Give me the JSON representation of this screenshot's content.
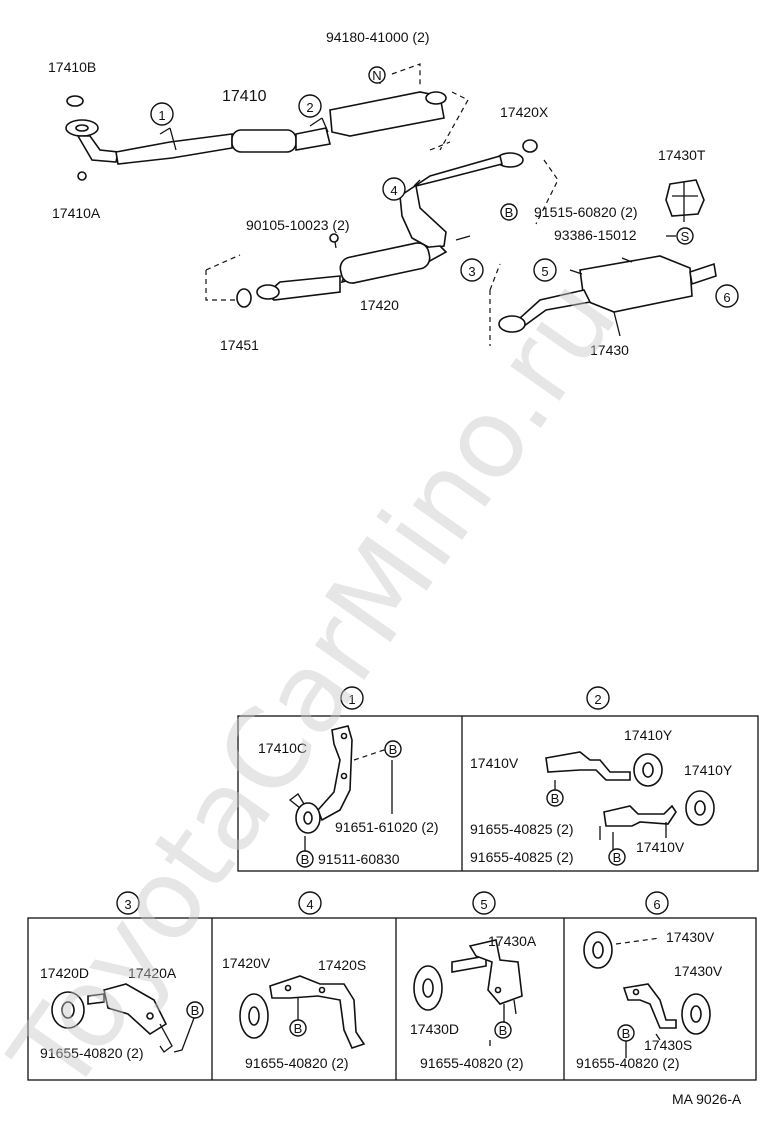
{
  "top_labels": {
    "p94180": "94180-41000 (2)",
    "p17410B": "17410B",
    "p17410": "17410",
    "p17410A": "17410A",
    "p17420X": "17420X",
    "p17430T": "17430T",
    "p91515": "91515-60820 (2)",
    "p93386": "93386-15012",
    "p90105": "90105-10023 (2)",
    "p17451": "17451",
    "p17420": "17420",
    "p17430": "17430"
  },
  "markers": {
    "n": "N",
    "b": "B",
    "s": "S",
    "c1": "1",
    "c2": "2",
    "c3": "3",
    "c4": "4",
    "c5": "5",
    "c6": "6"
  },
  "box1": {
    "num": "1",
    "p17410C": "17410C",
    "p91651": "91651-61020 (2)",
    "p91511": "91511-60830"
  },
  "box2": {
    "num": "2",
    "p17410Y_a": "17410Y",
    "p17410Y_b": "17410Y",
    "p17410V_a": "17410V",
    "p17410V_b": "17410V",
    "p91655_a": "91655-40825 (2)",
    "p91655_b": "91655-40825 (2)"
  },
  "box3": {
    "num": "3",
    "p17420D": "17420D",
    "p17420A": "17420A",
    "p91655": "91655-40820 (2)"
  },
  "box4": {
    "num": "4",
    "p17420V": "17420V",
    "p17420S": "17420S",
    "p91655": "91655-40820 (2)"
  },
  "box5": {
    "num": "5",
    "p17430A": "17430A",
    "p17430D": "17430D",
    "p91655": "91655-40820 (2)"
  },
  "box6": {
    "num": "6",
    "p17430V_a": "17430V",
    "p17430V_b": "17430V",
    "p17430S": "17430S",
    "p91655": "91655-40820 (2)"
  },
  "footer": {
    "code": "MA 9026-A"
  },
  "watermark": "ToyotaCarMino.ru"
}
